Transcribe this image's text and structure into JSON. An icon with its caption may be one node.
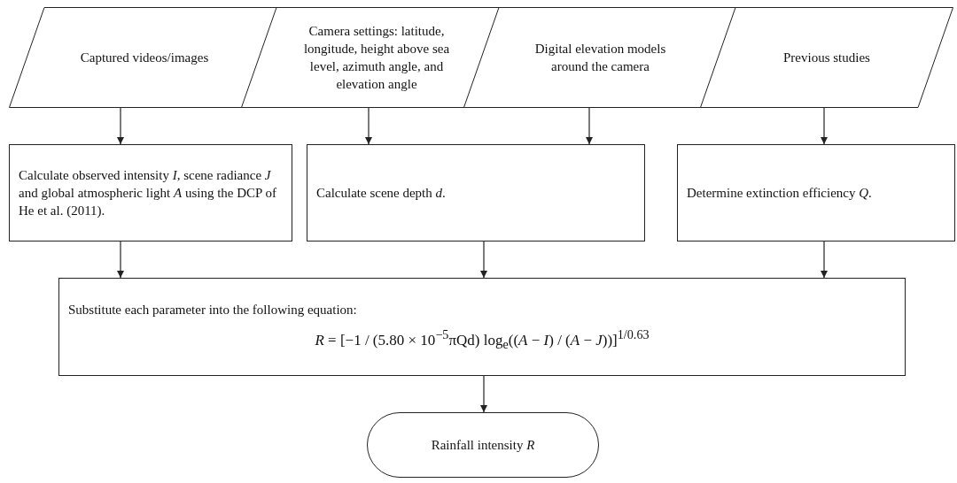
{
  "diagram": {
    "nodes": [
      {
        "text": [
          "Captured videos/images"
        ]
      },
      {
        "text": [
          "Camera settings: latitude, longitude, height above sea level, azimuth angle, and elevation angle"
        ]
      },
      {
        "text": [
          "Digital elevation models around the camera"
        ]
      },
      {
        "text": [
          "Previous studies"
        ]
      },
      {
        "text": [
          "Calculate observed intensity *I*, scene radiance *J* and global atmospheric light *A* using the DCP of He et al. (2011)."
        ]
      },
      {
        "text": [
          "Calculate scene depth *d*."
        ]
      },
      {
        "text": [
          "Determine extinction efficiency *Q*."
        ]
      },
      {
        "text": [
          "Substitute each parameter into the following equation:",
          "*R* = [−1 / (5.80 × 10$^{−5}$πQd) log$_{e}$((*A* − *I*) / (*A* − *J*))]$^{1/0.63}$"
        ]
      },
      {
        "text": [
          "Rainfall intensity *R*"
        ]
      }
    ],
    "edges": [
      {
        "from": 0,
        "to": 4,
        "arrow": "to"
      },
      {
        "from": 1,
        "to": 5,
        "arrow": "to"
      },
      {
        "from": 2,
        "to": 5,
        "arrow": "to"
      },
      {
        "from": 3,
        "to": 6,
        "arrow": "to"
      },
      {
        "from": 4,
        "to": 7,
        "arrow": "to"
      },
      {
        "from": 5,
        "to": 7,
        "arrow": "to"
      },
      {
        "from": 6,
        "to": 7,
        "arrow": "to"
      },
      {
        "from": 7,
        "to": 8,
        "arrow": "to"
      }
    ]
  }
}
